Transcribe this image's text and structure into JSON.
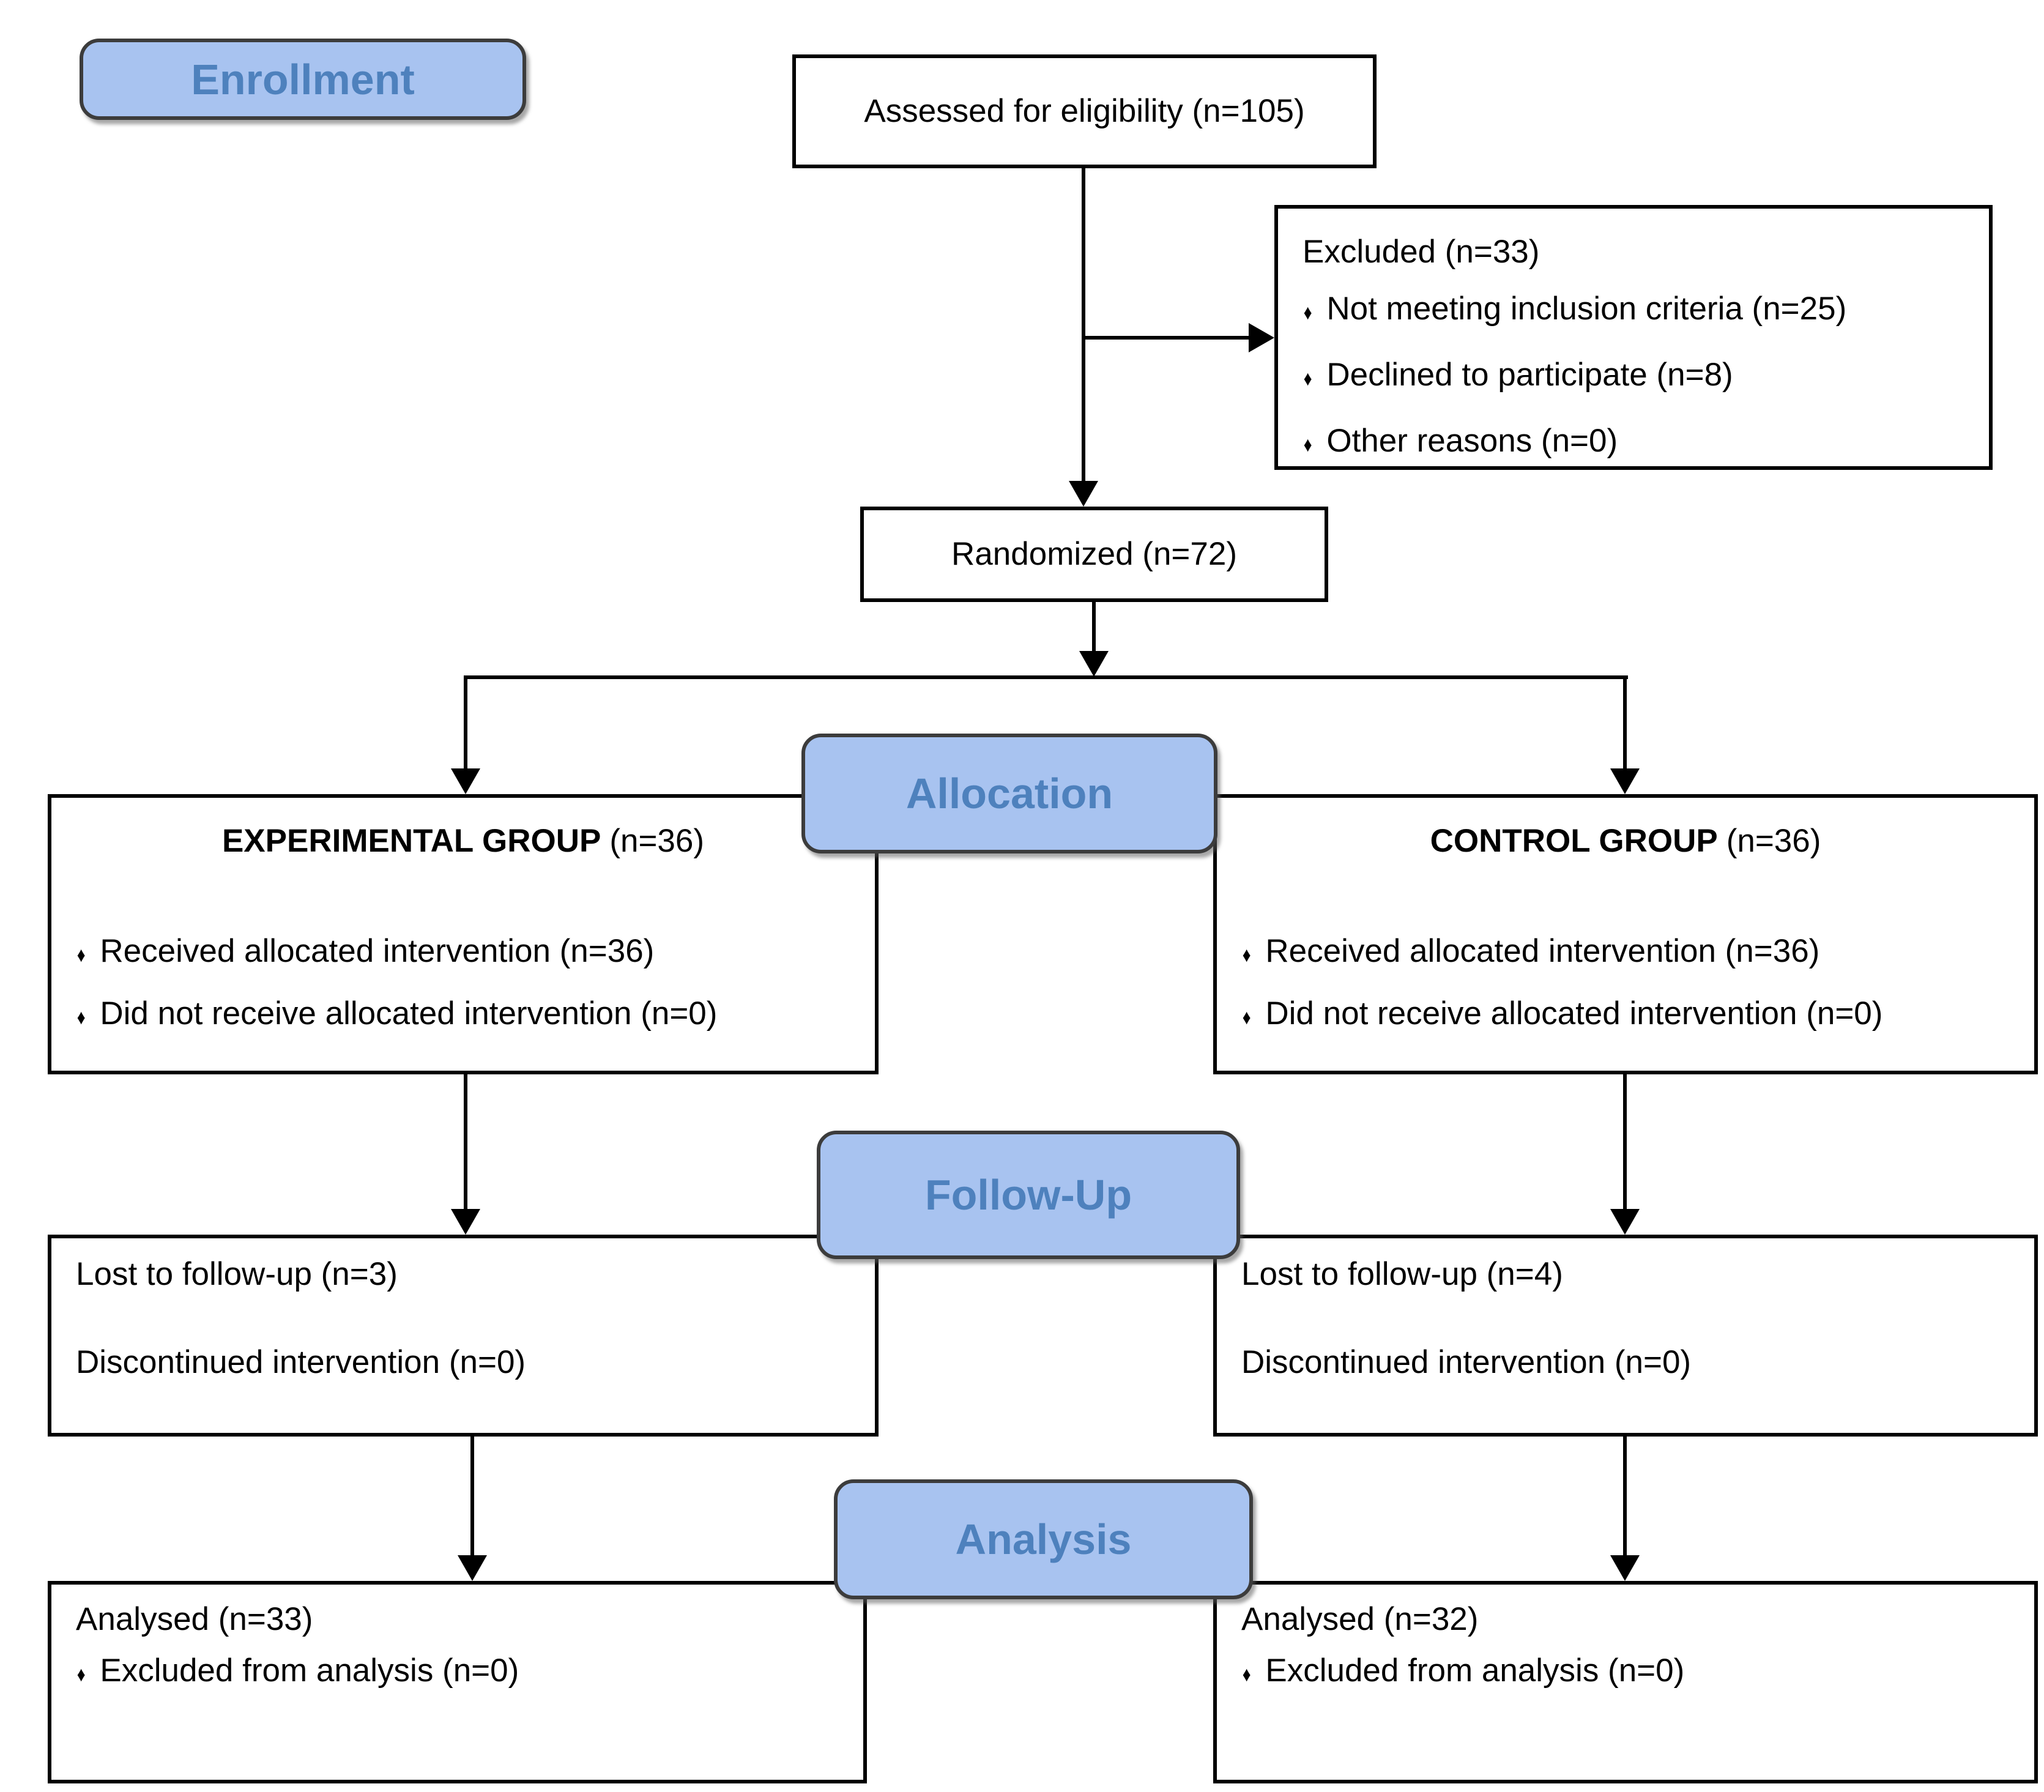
{
  "bullet": {
    "glyph": "♦"
  },
  "colors": {
    "stage_fill": "#A8C3F0",
    "stage_text": "#4E81BD",
    "stage_border": "#3C3C3C",
    "box_border": "#000000",
    "box_fill": "#FFFFFF"
  },
  "stages": {
    "enrollment": "Enrollment",
    "allocation": "Allocation",
    "followup": "Follow-Up",
    "analysis": "Analysis"
  },
  "boxes": {
    "assessed": {
      "text": "Assessed for eligibility (n=105)"
    },
    "excluded": {
      "title": "Excluded (n=33)",
      "items": [
        "Not meeting inclusion criteria (n=25)",
        "Declined to participate (n=8)",
        "Other reasons (n=0)"
      ]
    },
    "randomized": {
      "text": "Randomized (n=72)"
    },
    "experimental": {
      "title_bold": "EXPERIMENTAL GROUP",
      "title_n": "(n=36)",
      "items": [
        "Received allocated intervention (n=36)",
        "Did not receive allocated intervention (n=0)"
      ]
    },
    "control": {
      "title_bold": "CONTROL GROUP",
      "title_n": "(n=36)",
      "items": [
        "Received allocated intervention (n=36)",
        "Did not receive allocated intervention (n=0)"
      ]
    },
    "followup_left": {
      "line1": "Lost to follow-up (n=3)",
      "line2": "Discontinued intervention (n=0)"
    },
    "followup_right": {
      "line1": "Lost to follow-up (n=4)",
      "line2": "Discontinued intervention (n=0)"
    },
    "analysis_left": {
      "title": "Analysed (n=33)",
      "items": [
        "Excluded from analysis (n=0)"
      ]
    },
    "analysis_right": {
      "title": "Analysed (n=32)",
      "items": [
        "Excluded from analysis (n=0)"
      ]
    }
  }
}
